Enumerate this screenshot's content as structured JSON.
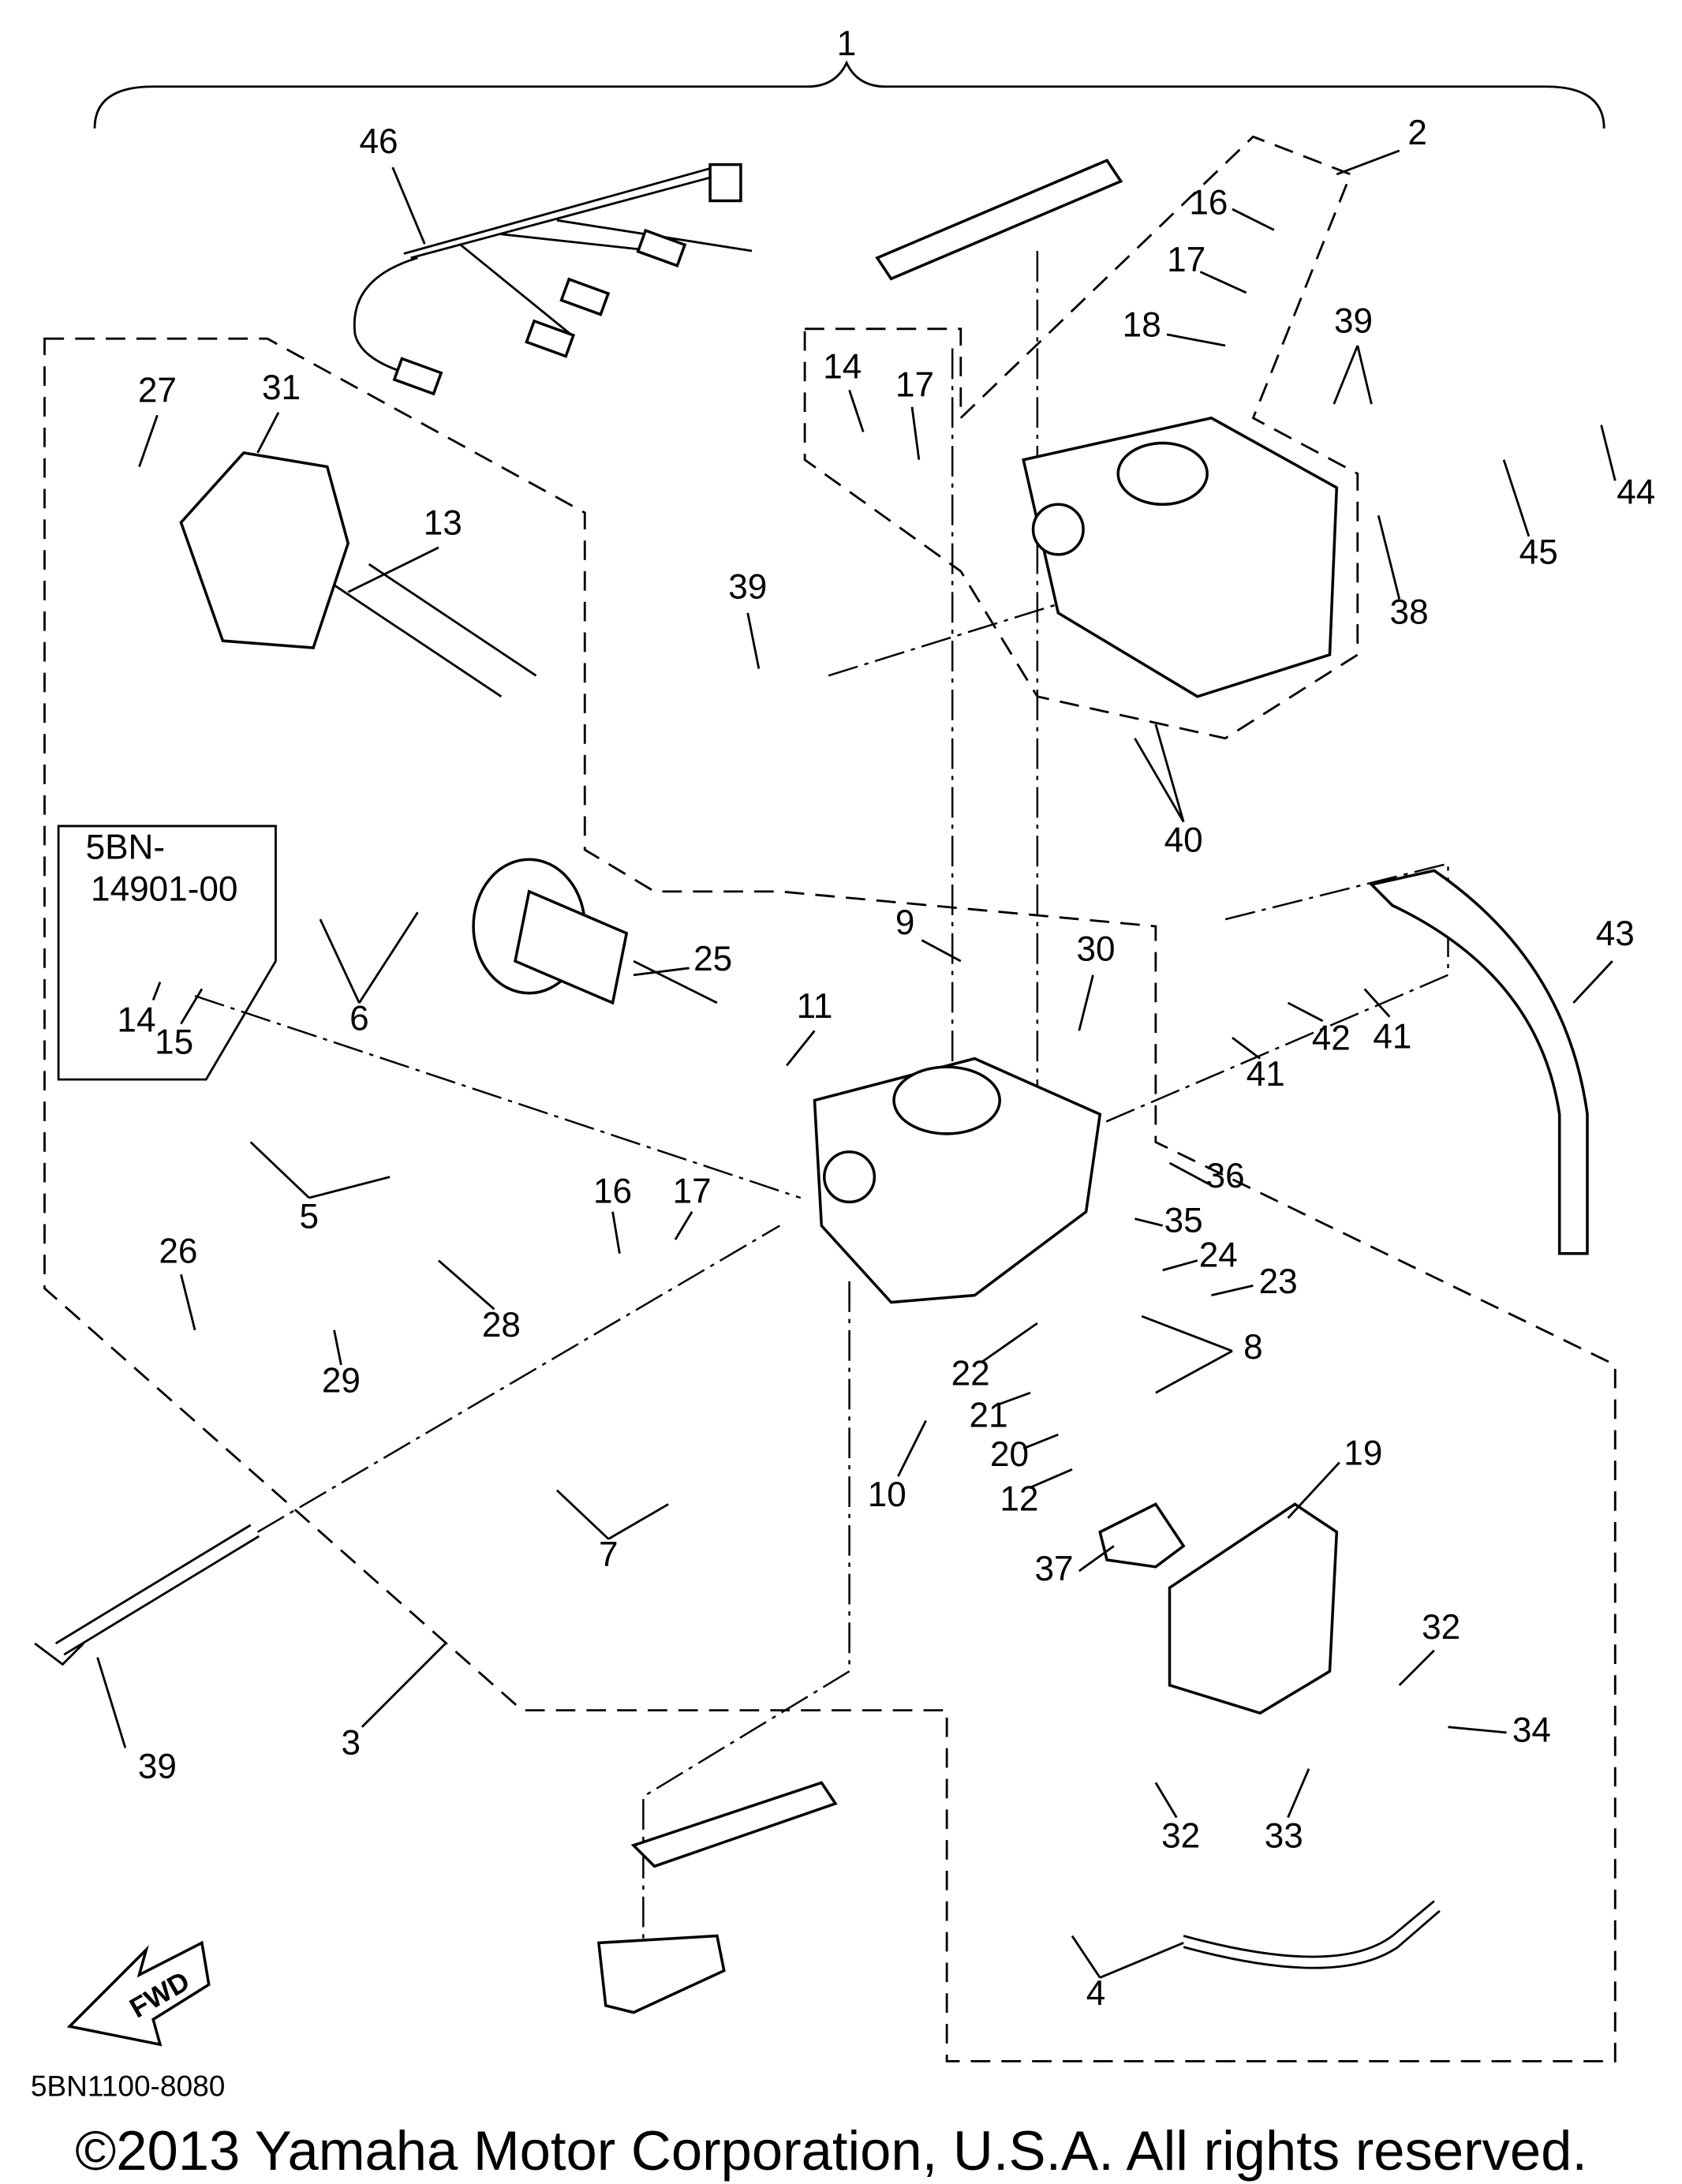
{
  "diagram": {
    "callouts": [
      {
        "id": "c1",
        "text": "1"
      },
      {
        "id": "c2",
        "text": "2"
      },
      {
        "id": "c46",
        "text": "46"
      },
      {
        "id": "c16a",
        "text": "16"
      },
      {
        "id": "c17a",
        "text": "17"
      },
      {
        "id": "c18",
        "text": "18"
      },
      {
        "id": "c39a",
        "text": "39"
      },
      {
        "id": "c27",
        "text": "27"
      },
      {
        "id": "c31",
        "text": "31"
      },
      {
        "id": "c14a",
        "text": "14"
      },
      {
        "id": "c17b",
        "text": "17"
      },
      {
        "id": "c44",
        "text": "44"
      },
      {
        "id": "c45",
        "text": "45"
      },
      {
        "id": "c38",
        "text": "38"
      },
      {
        "id": "c13",
        "text": "13"
      },
      {
        "id": "c39b",
        "text": "39"
      },
      {
        "id": "c40",
        "text": "40"
      },
      {
        "id": "c43",
        "text": "43"
      },
      {
        "id": "c9",
        "text": "9"
      },
      {
        "id": "c30",
        "text": "30"
      },
      {
        "id": "c25",
        "text": "25"
      },
      {
        "id": "c11",
        "text": "11"
      },
      {
        "id": "c42",
        "text": "42"
      },
      {
        "id": "c41a",
        "text": "41"
      },
      {
        "id": "c41b",
        "text": "41"
      },
      {
        "id": "c14b",
        "text": "14"
      },
      {
        "id": "c15",
        "text": "15"
      },
      {
        "id": "c6",
        "text": "6"
      },
      {
        "id": "c36",
        "text": "36"
      },
      {
        "id": "c5",
        "text": "5"
      },
      {
        "id": "c16b",
        "text": "16"
      },
      {
        "id": "c17c",
        "text": "17"
      },
      {
        "id": "c35",
        "text": "35"
      },
      {
        "id": "c24",
        "text": "24"
      },
      {
        "id": "c23",
        "text": "23"
      },
      {
        "id": "c26",
        "text": "26"
      },
      {
        "id": "c28",
        "text": "28"
      },
      {
        "id": "c8",
        "text": "8"
      },
      {
        "id": "c29",
        "text": "29"
      },
      {
        "id": "c22",
        "text": "22"
      },
      {
        "id": "c21",
        "text": "21"
      },
      {
        "id": "c20",
        "text": "20"
      },
      {
        "id": "c19",
        "text": "19"
      },
      {
        "id": "c10",
        "text": "10"
      },
      {
        "id": "c12",
        "text": "12"
      },
      {
        "id": "c7",
        "text": "7"
      },
      {
        "id": "c37",
        "text": "37"
      },
      {
        "id": "c32a",
        "text": "32"
      },
      {
        "id": "c34",
        "text": "34"
      },
      {
        "id": "c39c",
        "text": "39"
      },
      {
        "id": "c3",
        "text": "3"
      },
      {
        "id": "c32b",
        "text": "32"
      },
      {
        "id": "c33",
        "text": "33"
      },
      {
        "id": "c4",
        "text": "4"
      }
    ],
    "kit_box": {
      "line1": "5BN-",
      "line2": "14901-00"
    },
    "fwd_label": "FWD",
    "diagram_code": "5BN1100-8080",
    "copyright": "©2013 Yamaha Motor Corporation, U.S.A. All rights reserved."
  }
}
